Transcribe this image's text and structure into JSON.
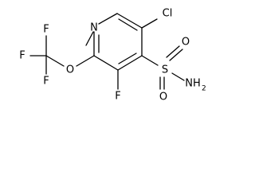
{
  "molecule": {
    "atoms": {
      "n_ring": "N",
      "cl": "Cl",
      "f_ring": "F",
      "s": "S",
      "o_upper": "O",
      "o_lower": "O",
      "nh2_n": "NH",
      "nh2_sub": "2",
      "o_ether": "O",
      "f_top": "F",
      "f_left": "F",
      "f_bottom": "F"
    },
    "colors": {
      "bond": "#000000",
      "text": "#000000",
      "background": "#ffffff"
    }
  }
}
